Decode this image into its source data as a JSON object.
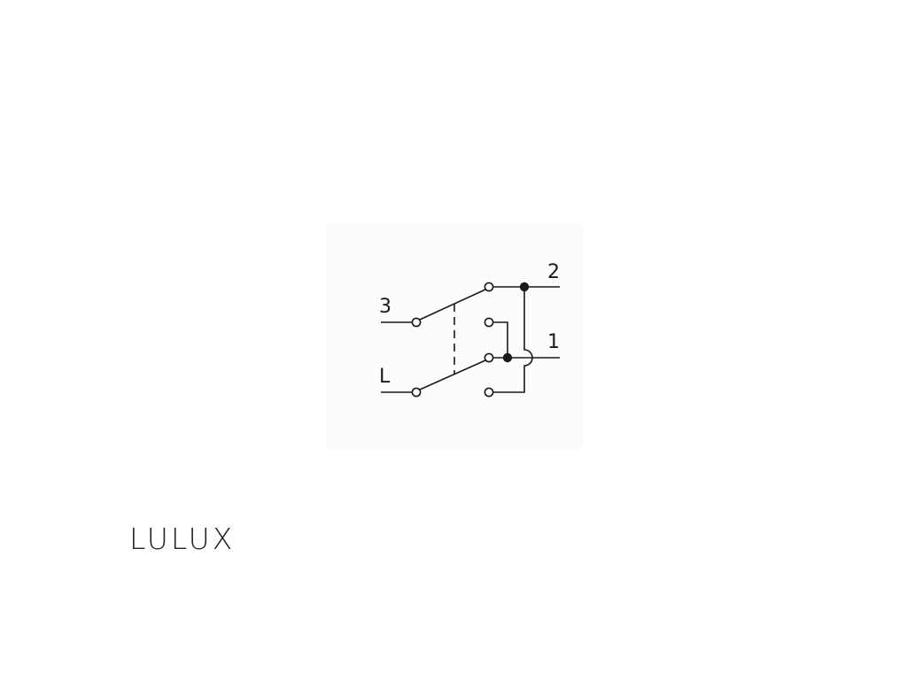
{
  "diagram": {
    "terminals": {
      "label_3": "3",
      "label_L": "L",
      "label_2": "2",
      "label_1": "1"
    }
  },
  "brand": {
    "name": "LULUX"
  },
  "colors": {
    "background": "#ffffff",
    "ink": "#1a1a1a"
  }
}
